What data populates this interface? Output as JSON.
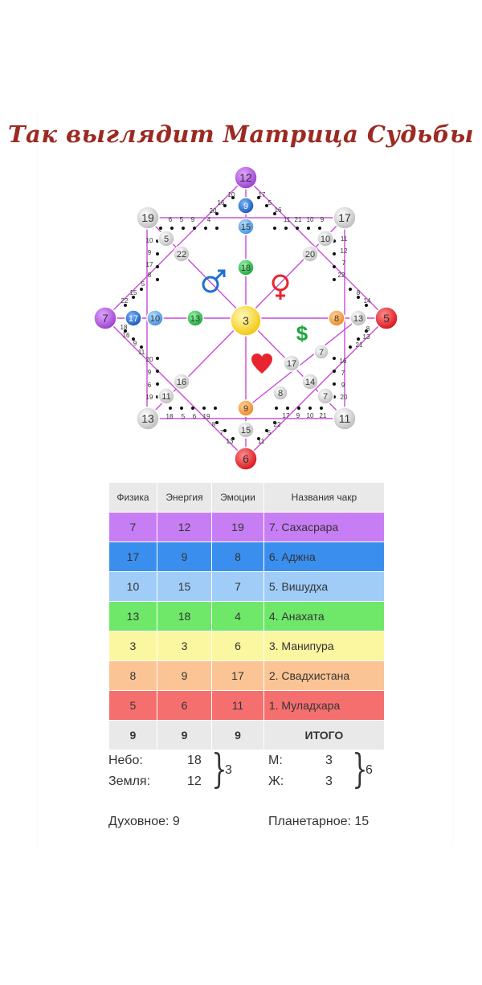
{
  "title": "Так выглядит Матрица Судьбы",
  "diagram": {
    "center": "3",
    "top": "12",
    "top_inner": [
      "9",
      "15",
      "18"
    ],
    "left": "7",
    "left_inner": [
      "17",
      "10",
      "13"
    ],
    "right": "5",
    "right_inner": [
      "13",
      "8"
    ],
    "bottom": "6",
    "bottom_inner": [
      "15",
      "9"
    ],
    "corner_tl": "19",
    "corner_tl_inner": [
      "5",
      "22"
    ],
    "corner_tr": "17",
    "corner_tr_inner": [
      "10",
      "20"
    ],
    "corner_bl": "13",
    "corner_bl_inner": [
      "11",
      "16"
    ],
    "corner_br": "11",
    "corner_br_inner": [
      "7",
      "14",
      "17",
      "7",
      "8"
    ],
    "small_labels": {
      "top_left_arc": [
        "10",
        "16",
        "20",
        "4"
      ],
      "top_edge_left": [
        "6",
        "5",
        "9"
      ],
      "top_edge_right": [
        "16",
        "11",
        "21",
        "10",
        "9"
      ],
      "top_right_arc": [
        "17",
        "5"
      ],
      "left_top_edge": [
        "10",
        "9",
        "17",
        "8"
      ],
      "left_arc_top": [
        "5",
        "15",
        "22"
      ],
      "left_arc_bottom": [
        "18",
        "16",
        "9",
        "11"
      ],
      "left_bottom_edge": [
        "20",
        "9",
        "6",
        "19"
      ],
      "right_top_edge": [
        "11",
        "12",
        "7",
        "22"
      ],
      "right_arc_top": [
        "14",
        "8"
      ],
      "right_arc_bottom": [
        "21",
        "13",
        "8"
      ],
      "right_bottom_edge": [
        "16",
        "7",
        "9",
        "20"
      ],
      "bottom_edge_left": [
        "18",
        "5",
        "6",
        "19"
      ],
      "bottom_edge_right": [
        "17",
        "9",
        "10",
        "21"
      ],
      "bottom_arc_left": [
        "8",
        "7",
        "13"
      ],
      "bottom_arc_right": [
        "22",
        "5",
        "11"
      ]
    }
  },
  "table": {
    "headers": [
      "Физика",
      "Энергия",
      "Эмоции",
      "Названия чакр"
    ],
    "rows": [
      {
        "a": "7",
        "b": "12",
        "c": "19",
        "name": "7. Сахасрара",
        "color": "#c77ef5"
      },
      {
        "a": "17",
        "b": "9",
        "c": "8",
        "name": "6. Аджна",
        "color": "#3a8fee"
      },
      {
        "a": "10",
        "b": "15",
        "c": "7",
        "name": "5. Вишудха",
        "color": "#9fcdf7"
      },
      {
        "a": "13",
        "b": "18",
        "c": "4",
        "name": "4. Анахата",
        "color": "#6fe869"
      },
      {
        "a": "3",
        "b": "3",
        "c": "6",
        "name": "3. Манипура",
        "color": "#fbf6a0"
      },
      {
        "a": "8",
        "b": "9",
        "c": "17",
        "name": "2. Свадхистана",
        "color": "#fbc495"
      },
      {
        "a": "5",
        "b": "6",
        "c": "11",
        "name": "1. Муладхара",
        "color": "#f56f6f"
      }
    ],
    "total": {
      "a": "9",
      "b": "9",
      "c": "9",
      "name": "ИТОГО"
    }
  },
  "summary": {
    "sky_label": "Небо:",
    "sky_value": "18",
    "earth_label": "Земля:",
    "earth_value": "12",
    "personal_sum": "3",
    "m_label": "М:",
    "m_value": "3",
    "f_label": "Ж:",
    "f_value": "3",
    "partner_sum": "6",
    "spiritual": "Духовное: 9",
    "planetary": "Планетарное: 15"
  },
  "colors": {
    "violet": "#a64fd8",
    "blue": "#1e6fd0",
    "lightblue": "#4fa1e6",
    "green": "#27c24c",
    "yellow": "#f6e02a",
    "orange": "#f39a3a",
    "red": "#e8242e",
    "grey": "#d6d6d6",
    "line": "#c84bd6",
    "title": "#9b2a22"
  }
}
